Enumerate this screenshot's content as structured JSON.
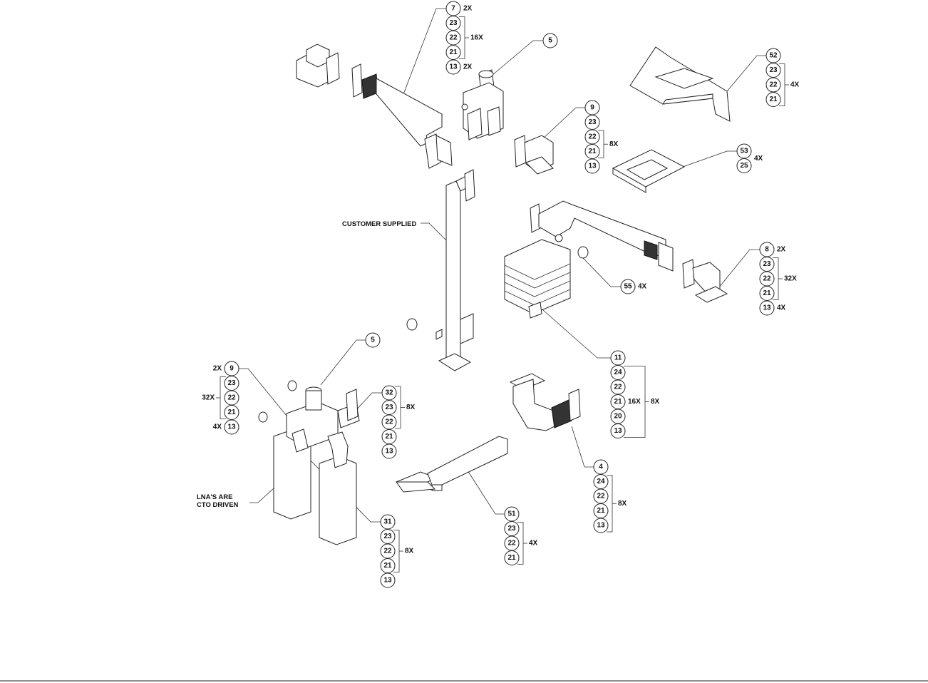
{
  "notes": {
    "customer_supplied": "CUSTOMER SUPPLIED",
    "lna_line1": "LNA'S ARE",
    "lna_line2": "CTO DRIVEN"
  },
  "callouts": [
    {
      "id": "top-7",
      "items": [
        "7",
        "23",
        "22",
        "21",
        "13"
      ],
      "qty": [
        {
          "at": 0,
          "text": "2X"
        },
        {
          "at": 4,
          "text": "2X"
        }
      ],
      "bracket": {
        "from": 1,
        "to": 3,
        "text": "16X"
      }
    },
    {
      "id": "top-5",
      "items": [
        "5"
      ]
    },
    {
      "id": "52",
      "items": [
        "52",
        "23",
        "22",
        "21"
      ],
      "bracket": {
        "from": 1,
        "to": 3,
        "text": "4X"
      }
    },
    {
      "id": "right-9",
      "items": [
        "9",
        "23",
        "22",
        "21",
        "13"
      ],
      "bracket": {
        "from": 2,
        "to": 3,
        "text": "8X"
      }
    },
    {
      "id": "53",
      "items": [
        "53",
        "25"
      ],
      "qty": [
        {
          "at": 0.5,
          "text": "4X"
        }
      ]
    },
    {
      "id": "8",
      "items": [
        "8",
        "23",
        "22",
        "21",
        "13"
      ],
      "qty": [
        {
          "at": 0,
          "text": "2X"
        },
        {
          "at": 4,
          "text": "4X"
        }
      ],
      "bracket": {
        "from": 1,
        "to": 3,
        "text": "32X"
      }
    },
    {
      "id": "55",
      "items": [
        "55"
      ],
      "qty": [
        {
          "at": 0,
          "text": "4X"
        }
      ]
    },
    {
      "id": "11",
      "items": [
        "11",
        "24",
        "22",
        "21",
        "20",
        "13"
      ],
      "qty": [
        {
          "at": 3,
          "text": "16X"
        }
      ],
      "bracket": {
        "from": 1,
        "to": 5,
        "text": "8X"
      }
    },
    {
      "id": "lower-5",
      "items": [
        "5"
      ]
    },
    {
      "id": "left-9",
      "items": [
        "9",
        "23",
        "22",
        "21",
        "13"
      ],
      "qty": [
        {
          "at": 0,
          "text": "2X",
          "side": "left"
        },
        {
          "at": 4,
          "text": "4X",
          "side": "left"
        }
      ],
      "bracket": {
        "from": 1,
        "to": 3,
        "text": "32X",
        "side": "left"
      }
    },
    {
      "id": "32",
      "items": [
        "32",
        "23",
        "22",
        "21",
        "13"
      ],
      "bracket": {
        "from": 0,
        "to": 2,
        "text": "8X"
      }
    },
    {
      "id": "4",
      "items": [
        "4",
        "24",
        "22",
        "21",
        "13"
      ],
      "bracket": {
        "from": 1,
        "to": 4,
        "text": "8X"
      }
    },
    {
      "id": "51",
      "items": [
        "51",
        "23",
        "22",
        "21"
      ],
      "bracket": {
        "from": 1,
        "to": 3,
        "text": "4X"
      }
    },
    {
      "id": "31",
      "items": [
        "31",
        "23",
        "22",
        "21",
        "13"
      ],
      "bracket": {
        "from": 1,
        "to": 3,
        "text": "8X"
      }
    }
  ]
}
